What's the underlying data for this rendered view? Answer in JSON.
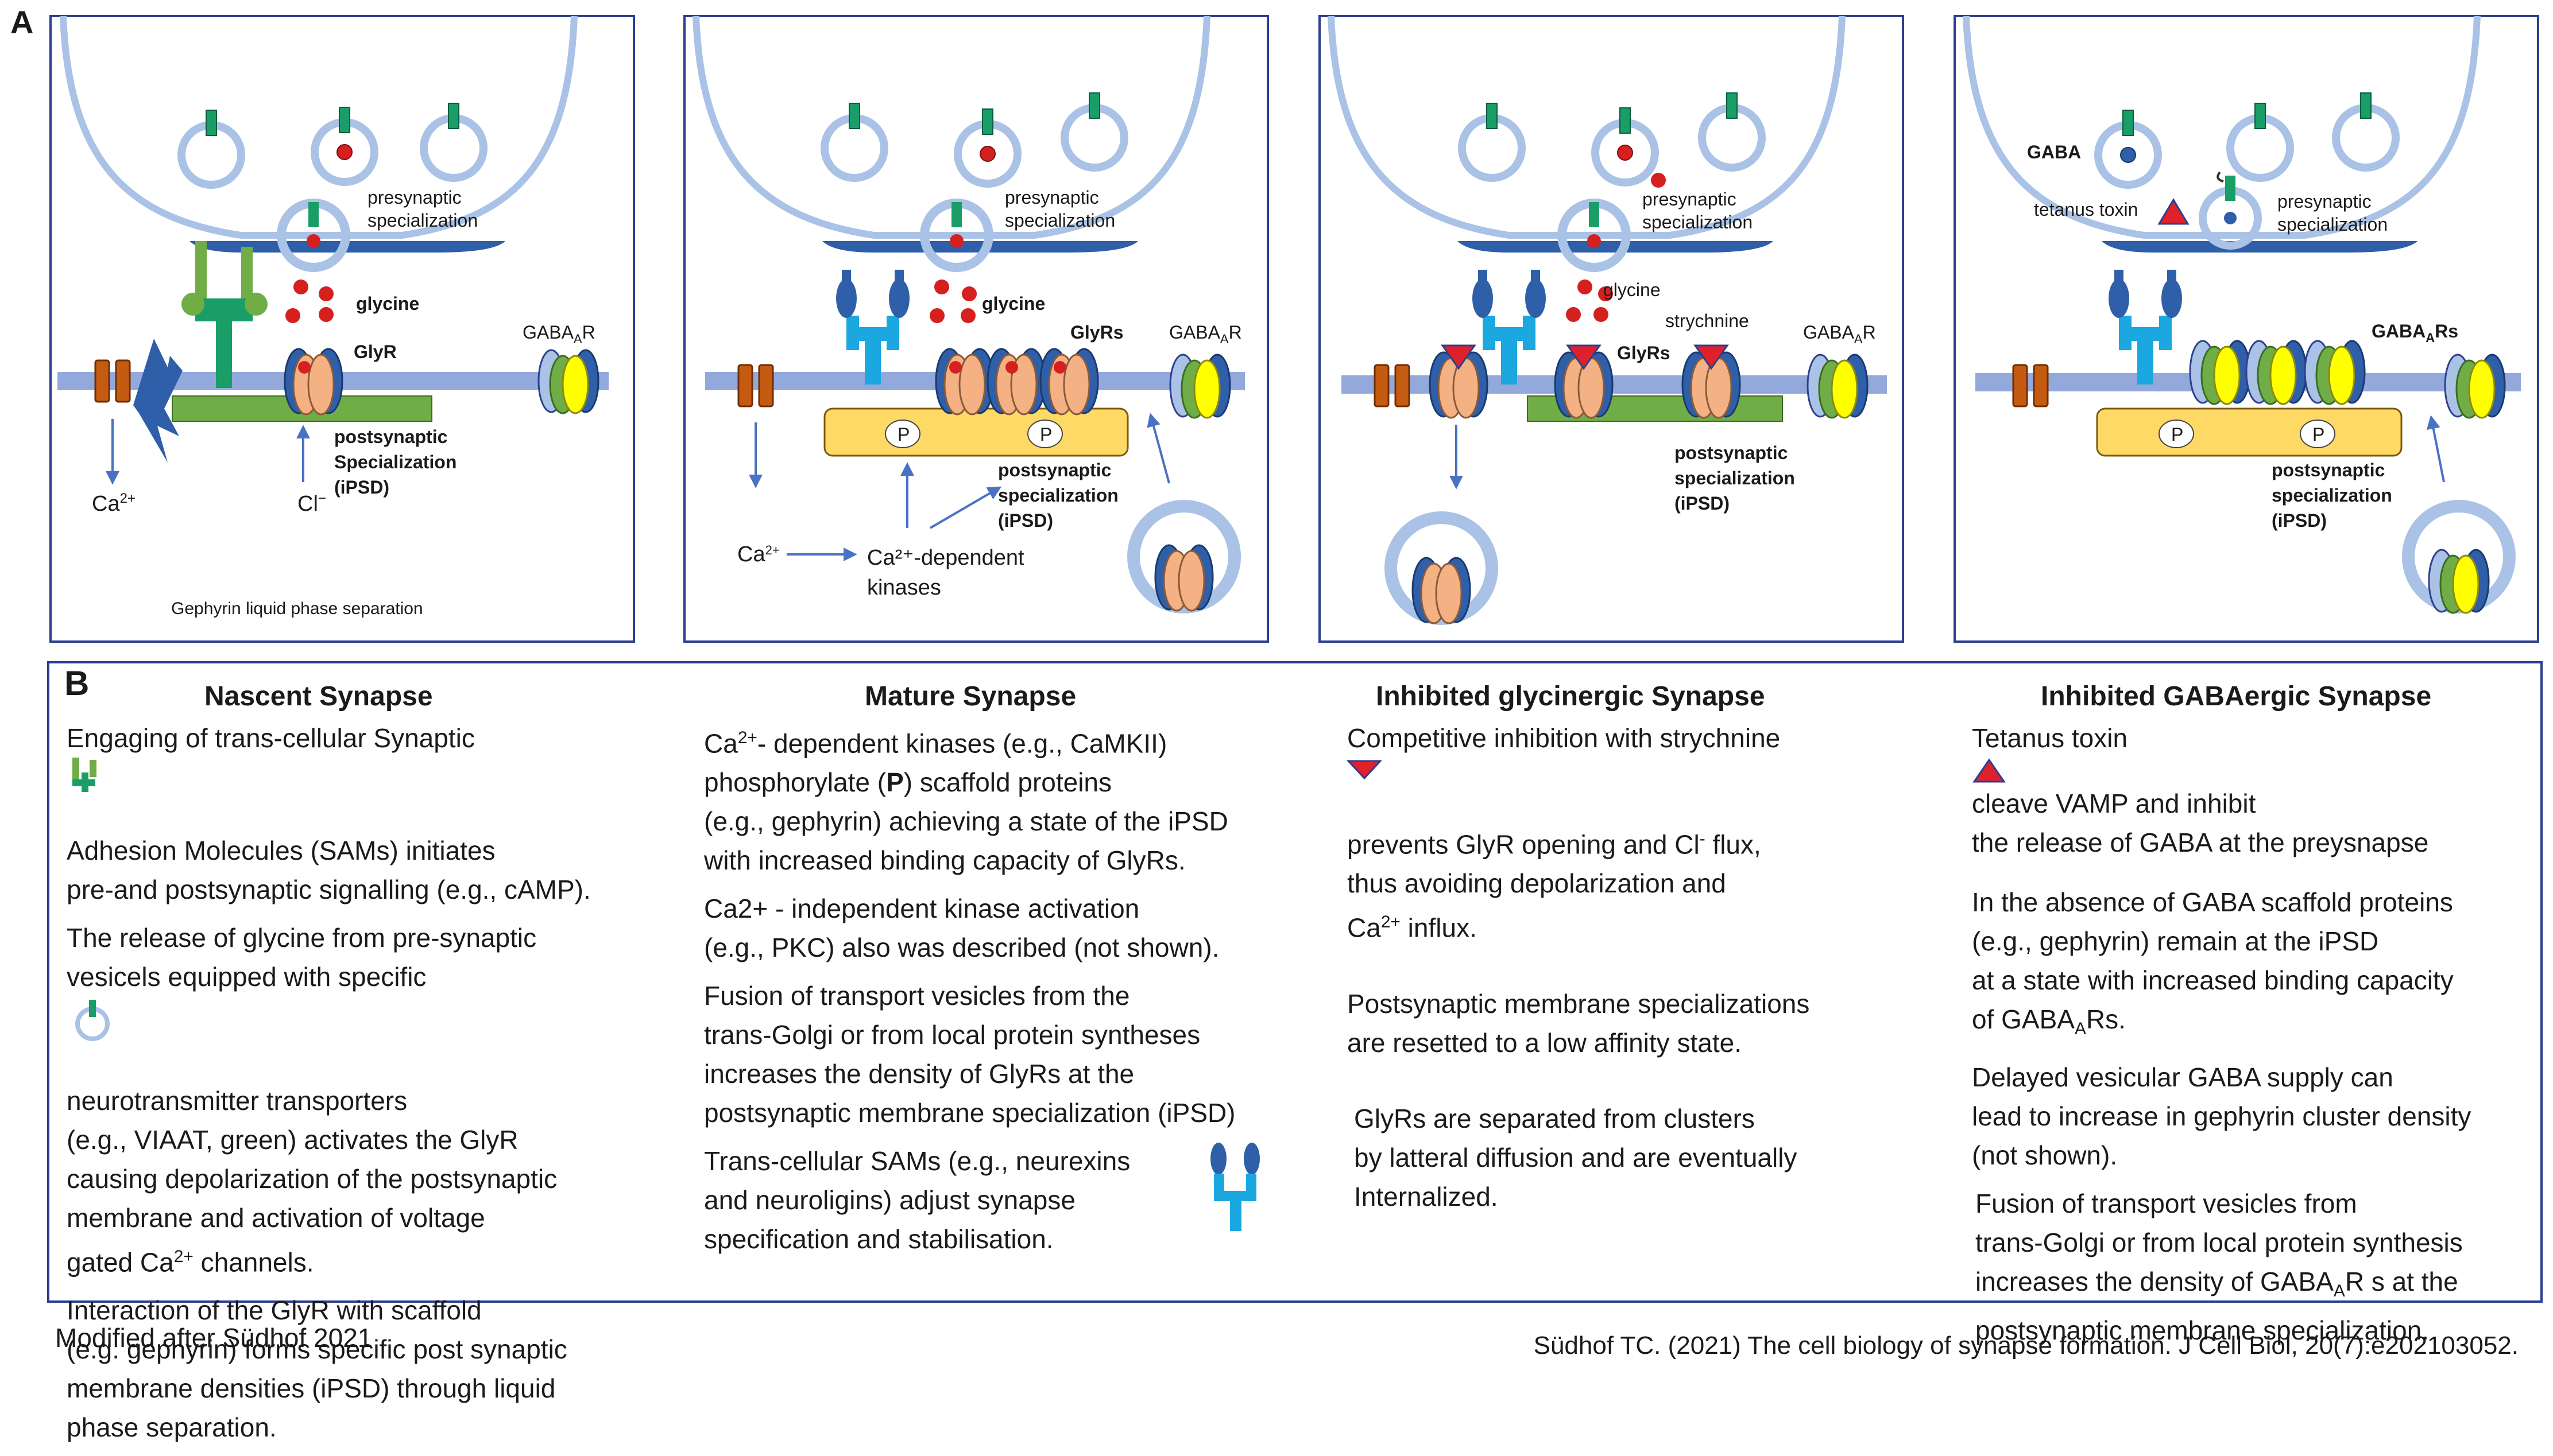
{
  "panel_a_label": "A",
  "panel_b_label": "B",
  "colors": {
    "frame": "#2e3f8f",
    "membrane": "#93a9db",
    "vesicle": "#a9c2e6",
    "scaffold_green": "#70ad47",
    "gephyrin_yellow": "#ffd966",
    "glyr_orange": "#f4b183",
    "glyr_blue": "#2e5fa8",
    "transporter": "#1a9e68",
    "glycine_red": "#d62020",
    "sam_cyan": "#1ba7e0",
    "channel_brown": "#c55a11",
    "gaba_yellow": "#ffff00"
  },
  "diagram_labels": {
    "p1": {
      "presynaptic": [
        "presynaptic",
        "specialization"
      ],
      "glycine": "glycine",
      "glyr": "GlyR",
      "gabaar": "GABA",
      "gabaar_sub": "A",
      "gabaar_tail": "R",
      "postsynaptic": [
        "postsynaptic",
        "Specialization",
        "(iPSD)"
      ],
      "ca": "Ca",
      "ca_sup": "2+",
      "cl": "Cl",
      "cl_sup": "−",
      "caption": "Gephyrin liquid phase separation"
    },
    "p2": {
      "presynaptic": [
        "presynaptic",
        "specialization"
      ],
      "glycine": "glycine",
      "glyrs": "GlyRs",
      "gabaar": "GABA",
      "gabaar_sub": "A",
      "gabaar_tail": "R",
      "p": "P",
      "postsynaptic": [
        "postsynaptic",
        "specialization",
        "(iPSD)"
      ],
      "ca": "Ca",
      "ca_sup": "2+",
      "kinases": [
        "Ca²⁺-dependent",
        "kinases"
      ]
    },
    "p3": {
      "presynaptic": [
        "presynaptic",
        "specialization"
      ],
      "glycine": "glycine",
      "strychnine": "strychnine",
      "glyrs": "GlyRs",
      "gabaar": "GABA",
      "gabaar_sub": "A",
      "gabaar_tail": "R",
      "postsynaptic": [
        "postsynaptic",
        "specialization",
        "(iPSD)"
      ]
    },
    "p4": {
      "gaba": "GABA",
      "tetanus": "tetanus toxin",
      "presynaptic": [
        "presynaptic",
        "specialization"
      ],
      "gabaars": "GABA",
      "gabaars_sub": "A",
      "gabaars_tail": "Rs",
      "p": "P",
      "postsynaptic": [
        "postsynaptic",
        "specialization",
        "(iPSD)"
      ]
    }
  },
  "columns": [
    {
      "heading": "Nascent Synapse",
      "paragraphs": [
        [
          "Engaging of trans-cellular Synaptic",
          "Adhesion Molecules (SAMs) initiates",
          "pre-and postsynaptic signalling (e.g., cAMP)."
        ],
        [
          "The  release of glycine from pre-synaptic",
          "vesicels equipped with specific",
          "neurotransmitter transporters",
          "(e.g., VIAAT, green) activates the GlyR",
          "causing depolarization of the postsynaptic",
          "membrane and activation of voltage"
        ],
        [
          "Interaction of the GlyR with scaffold",
          "(e.g. gephyrin) forms specific post synaptic",
          "membrane densities (iPSD) through liquid",
          "phase separation."
        ]
      ],
      "gated_line": [
        "gated Ca",
        "2+",
        " channels."
      ]
    },
    {
      "heading": "Mature Synapse",
      "lead": [
        "Ca",
        "2+",
        "- dependent kinases (e.g., CaMKII)"
      ],
      "lead_2": [
        "phosphorylate (",
        "P",
        ") scaffold proteins"
      ],
      "paragraphs": [
        [
          "(e.g., gephyrin) achieving a state of the iPSD",
          "with increased binding capacity of GlyRs."
        ],
        [
          "Ca2+ - independent kinase activation",
          "(e.g., PKC) also was described (not shown)."
        ],
        [
          "Fusion of transport  vesicles from the",
          "trans-Golgi or from local protein syntheses",
          "increases the density of  GlyRs at the",
          "postsynaptic membrane specialization (iPSD)"
        ],
        [
          "Trans-cellular SAMs (e.g., neurexins",
          "and neuroligins) adjust synapse",
          "specification and stabilisation."
        ]
      ]
    },
    {
      "heading": "Inhibited glycinergic Synapse",
      "lead": "Competitive inhibition with strychnine",
      "lead_2": [
        "prevents GlyR opening and Cl",
        "-",
        " flux,"
      ],
      "lead_3": "thus avoiding depolarization and",
      "lead_4": [
        "Ca",
        "2+",
        " influx."
      ],
      "paragraphs": [
        [
          "Postsynaptic membrane specializations",
          "are resetted to a low affinity state."
        ],
        [
          "GlyRs are separated from clusters",
          "by latteral diffusion and are eventually",
          "Internalized."
        ]
      ]
    },
    {
      "heading": "Inhibited  GABAergic  Synapse",
      "lead": [
        "Tetanus toxin",
        " cleave VAMP and inhibit"
      ],
      "lead_2": "the release of GABA at the preysnapse",
      "paragraphs": [
        [
          "In the absence of GABA scaffold proteins",
          "(e.g., gephyrin) remain at the iPSD",
          "at a state with increased binding capacity"
        ],
        [
          "Delayed vesicular GABA supply can",
          "lead to increase in gephyrin cluster density",
          "(not shown)."
        ],
        [
          "Fusion of transport  vesicles from",
          "trans-Golgi or from local protein synthesis"
        ]
      ],
      "gaba_a_line": [
        "of GABA",
        "A",
        "Rs."
      ],
      "density_line": [
        "increases the density of GABA",
        "A",
        "R s at the"
      ],
      "last_line": "postsynaptic membrane specialization."
    }
  ],
  "footer_left": "Modified after Südhof 2021",
  "footer_right": "Südhof TC. (2021) The cell biology of synapse formation. J Cell Biol, 20(7):e202103052."
}
